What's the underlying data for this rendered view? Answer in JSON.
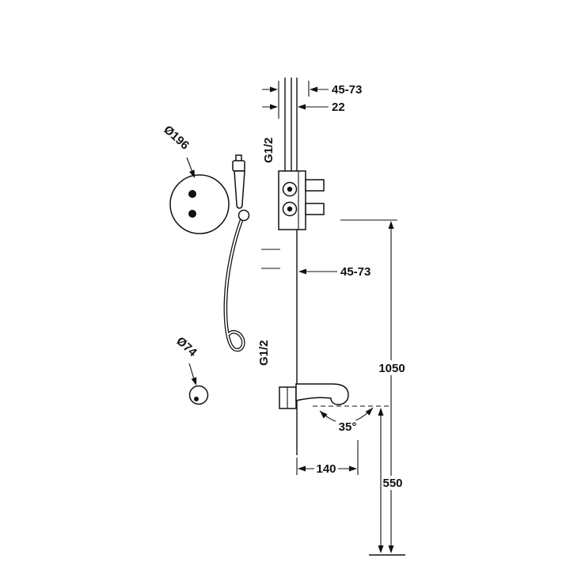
{
  "labels": {
    "dim_depth_top": "45-73",
    "dim_offset_top": "22",
    "thread_top": "G1/2",
    "dia_dial": "Ø196",
    "dim_depth_mid": "45-73",
    "dia_knob": "Ø74",
    "thread_spout": "G1/2",
    "dim_height_outlet": "1050",
    "dim_height_spout": "550",
    "dim_spout_reach": "140",
    "angle_spout": "35°"
  },
  "colors": {
    "line": "#111111",
    "background": "#ffffff"
  }
}
